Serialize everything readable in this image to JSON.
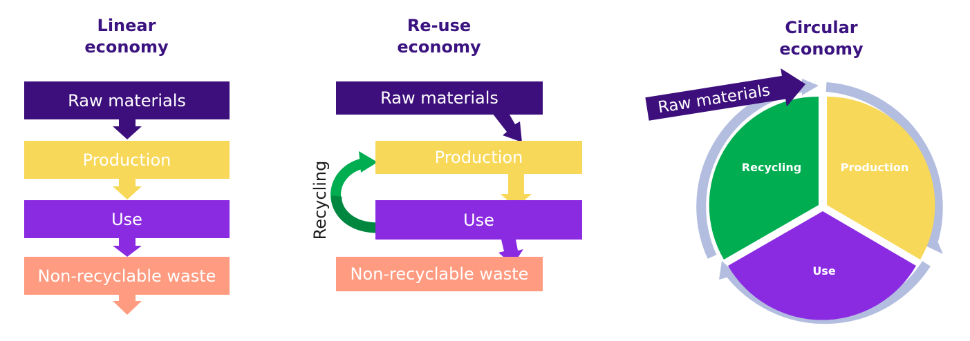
{
  "linear": {
    "title_line1": "Linear",
    "title_line2": "economy",
    "raw": "Raw materials",
    "production": "Production",
    "use": "Use",
    "waste": "Non-recyclable waste"
  },
  "reuse": {
    "title_line1": "Re-use",
    "title_line2": "economy",
    "raw": "Raw materials",
    "production": "Production",
    "use": "Use",
    "waste": "Non-recyclable waste",
    "recycling": "Recycling"
  },
  "circular": {
    "title_line1": "Circular",
    "title_line2": "economy",
    "raw": "Raw materials",
    "recycling": "Recycling",
    "production": "Production",
    "use": "Use"
  },
  "colors": {
    "raw": "#3d0f7c",
    "production": "#f8d858",
    "use": "#8a2be2",
    "waste": "#ff9b80",
    "recycling": "#00ad50",
    "ring": "#b3bddf",
    "title": "#3b1380"
  }
}
